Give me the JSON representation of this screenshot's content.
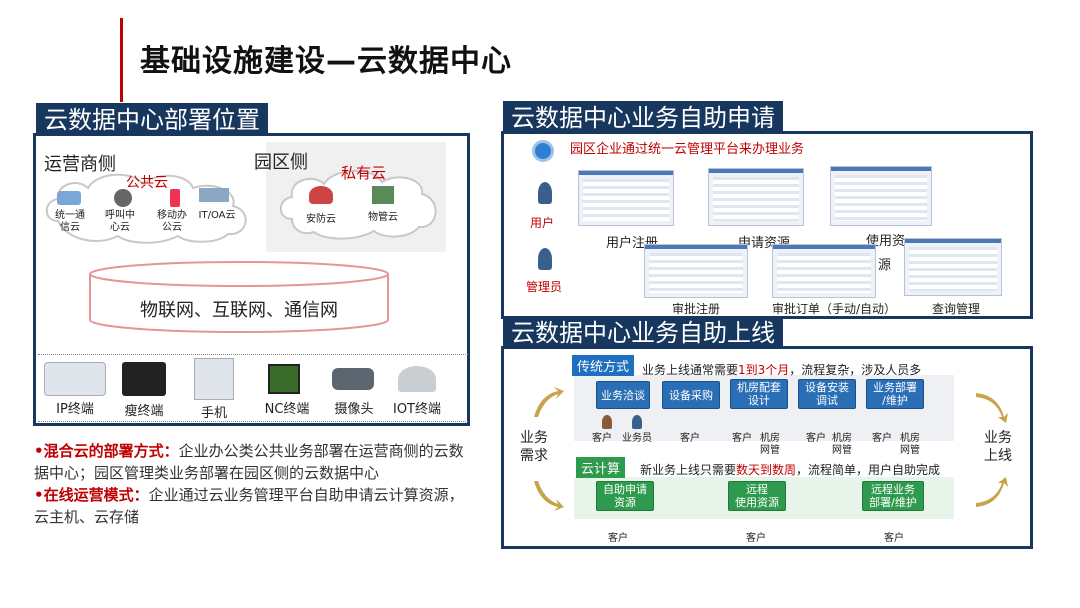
{
  "title": "基础设施建设—云数据中心",
  "left": {
    "header": "云数据中心部署位置",
    "operator_side": "运营商侧",
    "park_side": "园区侧",
    "public_cloud": "公共云",
    "private_cloud": "私有云",
    "public_items": [
      "统一通信云",
      "呼叫中心云",
      "移动办公云",
      "IT/OA云"
    ],
    "public_items_lines": [
      [
        "统一通",
        "信云"
      ],
      [
        "呼叫中",
        "心云"
      ],
      [
        "移动办",
        "公云"
      ],
      [
        "IT/OA云"
      ]
    ],
    "private_items": [
      "安防云",
      "物管云"
    ],
    "network": "物联网、互联网、通信网",
    "devices": [
      "IP终端",
      "瘦终端",
      "手机",
      "NC终端",
      "摄像头",
      "IOT终端"
    ]
  },
  "bullets": [
    {
      "label": "•混合云的部署方式：",
      "text": "企业办公类公共业务部署在运营商侧的云数据中心；园区管理类业务部署在园区侧的云数据中心"
    },
    {
      "label": "•在线运营模式：",
      "text": "企业通过云业务管理平台自助申请云计算资源，云主机、云存储"
    }
  ],
  "right_top": {
    "header": "云数据中心业务自助申请",
    "note": "园区企业通过统一云管理平台来办理业务",
    "roles": [
      "用户",
      "管理员"
    ],
    "steps_top": [
      "用户注册",
      "申请资源",
      "使用资源"
    ],
    "steps_bottom": [
      "审批注册",
      "审批订单（手动/自动）",
      "查询管理"
    ],
    "use_line1": "使用资",
    "use_line2": "源"
  },
  "right_bottom": {
    "header": "云数据中心业务自助上线",
    "left_label": "业务需求",
    "right_label": "业务上线",
    "traditional": {
      "tag": "传统方式",
      "desc_pre": "业务上线通常需要",
      "desc_hl": "1到3个月",
      "desc_post": "，流程复杂，涉及人员多",
      "steps": [
        "业务洽谈",
        "设备采购",
        "机房配套设计",
        "设备安装调试",
        "业务部署/维护"
      ],
      "step_lines": [
        [
          "业务洽谈"
        ],
        [
          "设备采购"
        ],
        [
          "机房配套",
          "设计"
        ],
        [
          "设备安装",
          "调试"
        ],
        [
          "业务部署",
          "/维护"
        ]
      ],
      "people": [
        "客户",
        "业务员",
        "客户",
        "客户",
        "机房网管",
        "客户",
        "机房网管",
        "客户",
        "机房网管"
      ]
    },
    "cloud": {
      "tag": "云计算",
      "desc_pre": "新业务上线只需要",
      "desc_hl": "数天到数周",
      "desc_post": "，流程简单，用户自助完成",
      "steps": [
        "自助申请资源",
        "远程使用资源",
        "远程业务部署/维护"
      ],
      "step_lines": [
        [
          "自助申请",
          "资源"
        ],
        [
          "远程",
          "使用资源"
        ],
        [
          "远程业务",
          "部署/维护"
        ]
      ],
      "people": [
        "客户",
        "客户",
        "客户"
      ]
    }
  },
  "colors": {
    "navy": "#17375e",
    "red": "#c00000",
    "blue": "#2a6fb5"
  }
}
